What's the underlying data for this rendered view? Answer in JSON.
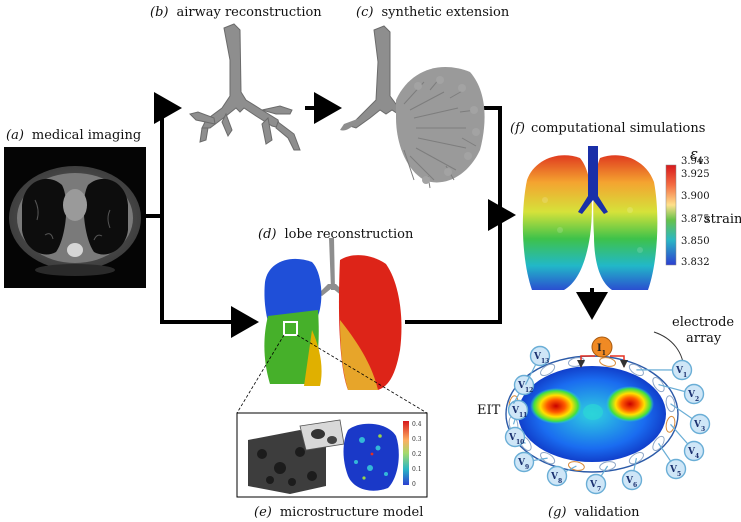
{
  "panels": {
    "a": {
      "letter": "(a)",
      "title": "medical imaging"
    },
    "b": {
      "letter": "(b)",
      "title": "airway reconstruction"
    },
    "c": {
      "letter": "(c)",
      "title": "synthetic extension"
    },
    "d": {
      "letter": "(d)",
      "title": "lobe reconstruction"
    },
    "e": {
      "letter": "(e)",
      "title": "microstructure model"
    },
    "f": {
      "letter": "(f)",
      "title": "computational simulations"
    },
    "g": {
      "letter": "(g)",
      "title": "validation"
    }
  },
  "colorbar": {
    "symbol": "ε",
    "subscript": "v",
    "label": "strain",
    "ticks": [
      "3.943",
      "3.925",
      "3.900",
      "3.875",
      "3.850",
      "3.832"
    ]
  },
  "micro_colorbar": {
    "ticks": [
      "0.4",
      "0.3",
      "0.2",
      "0.1",
      "0"
    ]
  },
  "eit": {
    "side_label": "EIT",
    "electrode_label_line1": "electrode",
    "electrode_label_line2": "array",
    "current": {
      "symbol": "I",
      "subscript": "1"
    },
    "voltages": [
      {
        "symbol": "V",
        "sub": "1"
      },
      {
        "symbol": "V",
        "sub": "2"
      },
      {
        "symbol": "V",
        "sub": "3"
      },
      {
        "symbol": "V",
        "sub": "4"
      },
      {
        "symbol": "V",
        "sub": "5"
      },
      {
        "symbol": "V",
        "sub": "6"
      },
      {
        "symbol": "V",
        "sub": "7"
      },
      {
        "symbol": "V",
        "sub": "8"
      },
      {
        "symbol": "V",
        "sub": "9"
      },
      {
        "symbol": "V",
        "sub": "10"
      },
      {
        "symbol": "V",
        "sub": "11"
      },
      {
        "symbol": "V",
        "sub": "12"
      },
      {
        "symbol": "V",
        "sub": "13"
      }
    ]
  },
  "colors": {
    "airway": "#8e8e8e",
    "lobe_blue": "#1f4fd8",
    "lobe_red": "#dd2418",
    "lobe_green": "#46b02a",
    "lobe_yellow": "#e0b000",
    "arrow": "#000000",
    "electrode_blue": "#6aaed6",
    "current_orange": "#f08a24"
  }
}
